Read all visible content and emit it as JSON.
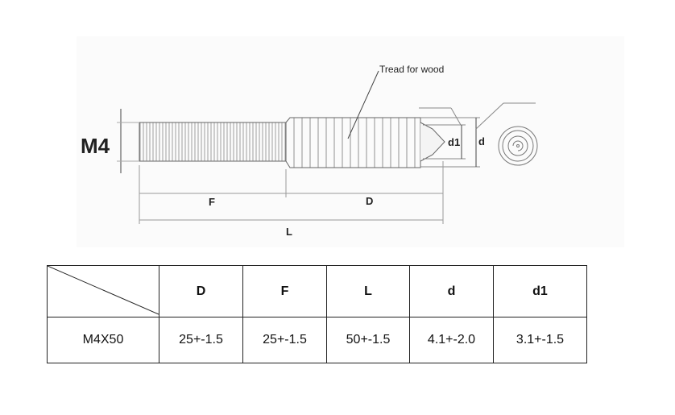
{
  "drawing": {
    "thread_size": "M4",
    "annotation": "Tread for wood",
    "dimensions": {
      "F": "F",
      "D": "D",
      "L": "L",
      "d": "d",
      "d1": "d1"
    }
  },
  "table": {
    "headers": [
      "D",
      "F",
      "L",
      "d",
      "d1"
    ],
    "rows": [
      {
        "model": "M4X50",
        "values": [
          "25+-1.5",
          "25+-1.5",
          "50+-1.5",
          "4.1+-2.0",
          "3.1+-1.5"
        ]
      }
    ]
  }
}
